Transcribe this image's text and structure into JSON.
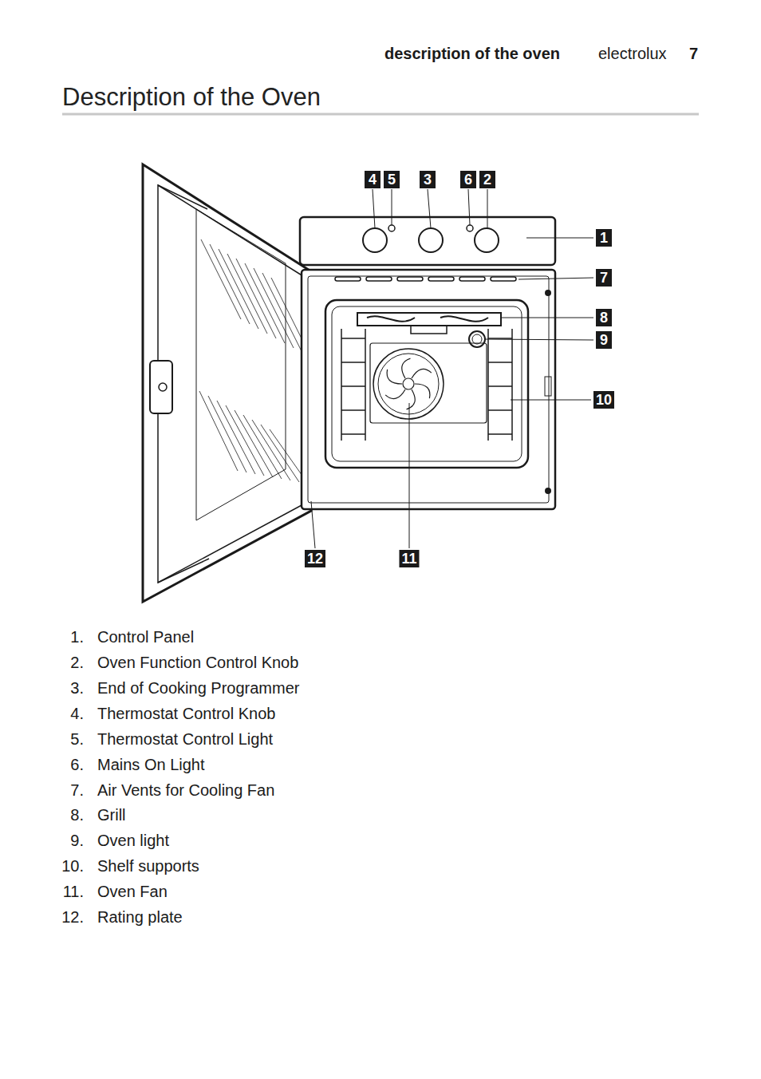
{
  "diagram": {
    "title": "Description of the Oven",
    "labels": [
      "description of the oven",
      "electrolux",
      "7",
      "4",
      "5",
      "3",
      "6",
      "2",
      "1",
      "7",
      "8",
      "9",
      "10",
      "12",
      "11",
      "1.",
      "Control Panel",
      "2.",
      "Oven Function Control Knob",
      "3.",
      "End of Cooking Programmer",
      "4.",
      "Thermostat Control Knob",
      "5.",
      "Thermostat Control Light",
      "6.",
      "Mains On Light",
      "7.",
      "Air Vents for Cooling Fan",
      "8.",
      "Grill",
      "9.",
      "Oven light",
      "10.",
      "Shelf supports",
      "11.",
      "Oven Fan",
      "12.",
      "Rating plate"
    ]
  }
}
